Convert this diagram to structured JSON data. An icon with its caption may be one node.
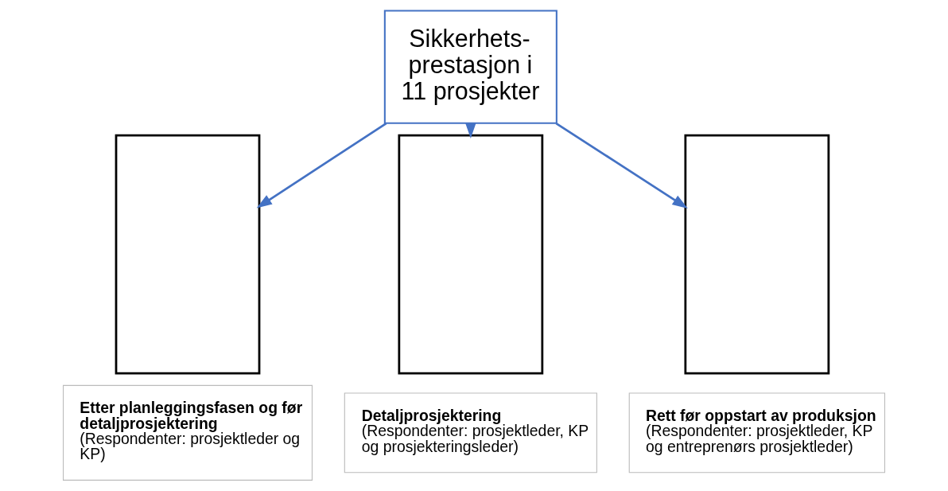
{
  "diagram": {
    "nodes": [
      {
        "text": [
          "Sikkerhets- prestasjon i 11 prosjekter"
        ]
      },
      {
        "text": [],
        "shape": "box"
      },
      {
        "text": [],
        "shape": "box"
      },
      {
        "text": [],
        "shape": "box"
      },
      {
        "text": [
          "Etter planleggingsfasen og før detaljprosjektering",
          "(Respondenter: prosjektleder og KP)"
        ]
      },
      {
        "text": [
          "Detaljprosjektering",
          "(Respondenter: prosjektleder, KP og prosjekteringsleder)"
        ]
      },
      {
        "text": [
          "Rett før oppstart av produksjon",
          "(Respondenter: prosjektleder, KP og entreprenørs prosjektleder)"
        ]
      }
    ],
    "edges": [
      {
        "from": 0,
        "to": 1,
        "arrow": "to"
      },
      {
        "from": 0,
        "to": 2,
        "arrow": "to"
      },
      {
        "from": 0,
        "to": 3,
        "arrow": "to"
      }
    ]
  }
}
